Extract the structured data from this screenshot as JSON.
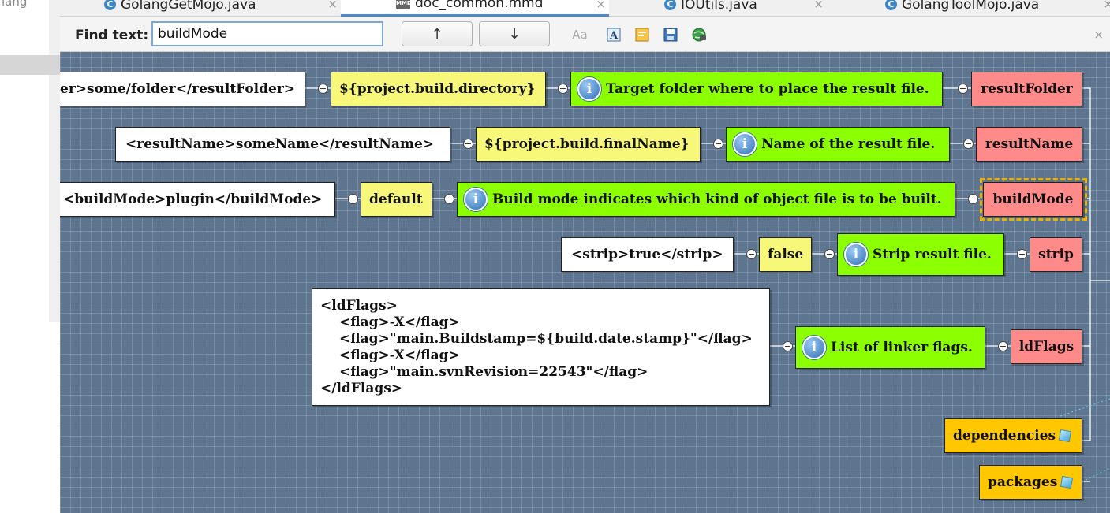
{
  "sidebar": {
    "partial_text": "lang"
  },
  "tabs": [
    {
      "label": "GolangGetMojo.java",
      "icon": "class-icon",
      "active": false
    },
    {
      "label": "doc_common.mmd",
      "icon": "mmd-file-icon",
      "active": true
    },
    {
      "label": "IOUtils.java",
      "icon": "class-icon",
      "active": false
    },
    {
      "label": "GolangToolMojo.java",
      "icon": "class-icon",
      "active": false
    }
  ],
  "tab_close_glyph": "×",
  "findbar": {
    "label": "Find text:",
    "value": "buildMode",
    "prev_glyph": "↑",
    "next_glyph": "↓",
    "case_toggle": "Aa",
    "close_glyph": "×"
  },
  "mindmap": {
    "rows": [
      {
        "xml": "er>some/folder</resultFolder>",
        "value": "${project.build.directory}",
        "info": "Target folder where to place the result file.",
        "key": "resultFolder"
      },
      {
        "xml": "<resultName>someName</resultName>",
        "value": "${project.build.finalName}",
        "info": "Name of the result file.",
        "key": "resultName"
      },
      {
        "xml": "<buildMode>plugin</buildMode>",
        "value": "default",
        "info": "Build mode indicates which kind of object file is to be built.",
        "key": "buildMode"
      },
      {
        "xml": "<strip>true</strip>",
        "value": "false",
        "info": "Strip result file.",
        "key": "strip"
      }
    ],
    "ldflags": {
      "lines": [
        "<ldFlags>",
        "    <flag>-X</flag>",
        "    <flag>\"main.Buildstamp=${build.date.stamp}\"</flag>",
        "    <flag>-X</flag>",
        "    <flag>\"main.svnRevision=22543\"</flag>",
        "</ldFlags>"
      ],
      "info": "List of linker flags.",
      "key": "ldFlags"
    },
    "extra_nodes": [
      "dependencies",
      "packages"
    ],
    "info_glyph": "i",
    "collapse_glyph": "−",
    "colors": {
      "canvas": "#5e7590",
      "xml_node": "#ffffff",
      "value_node": "#f7f77a",
      "info_node": "#8cff00",
      "key_node": "#ff8a8a",
      "dependency_node": "#ffc700",
      "selection": "#e8b300"
    }
  }
}
